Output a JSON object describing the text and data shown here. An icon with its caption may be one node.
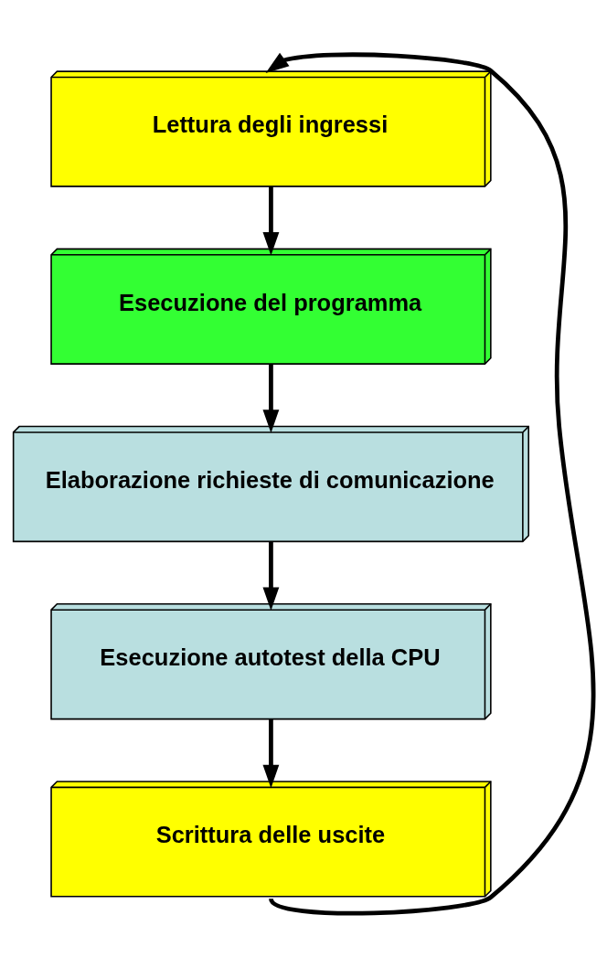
{
  "diagram": {
    "nodes": [
      {
        "text": [
          "Lettura degli ingressi"
        ]
      },
      {
        "text": [
          "Esecuzione del programma"
        ]
      },
      {
        "text": [
          "Elaborazione richieste di comunicazione"
        ]
      },
      {
        "text": [
          "Esecuzione autotest della CPU"
        ]
      },
      {
        "text": [
          "Scrittura delle uscite"
        ]
      }
    ],
    "edges": [
      {
        "from": 0,
        "to": 1,
        "arrow": "to"
      },
      {
        "from": 1,
        "to": 2,
        "arrow": "to"
      },
      {
        "from": 2,
        "to": 3,
        "arrow": "to"
      },
      {
        "from": 3,
        "to": 4,
        "arrow": "to"
      },
      {
        "from": 4,
        "to": 0,
        "arrow": "to"
      }
    ]
  }
}
